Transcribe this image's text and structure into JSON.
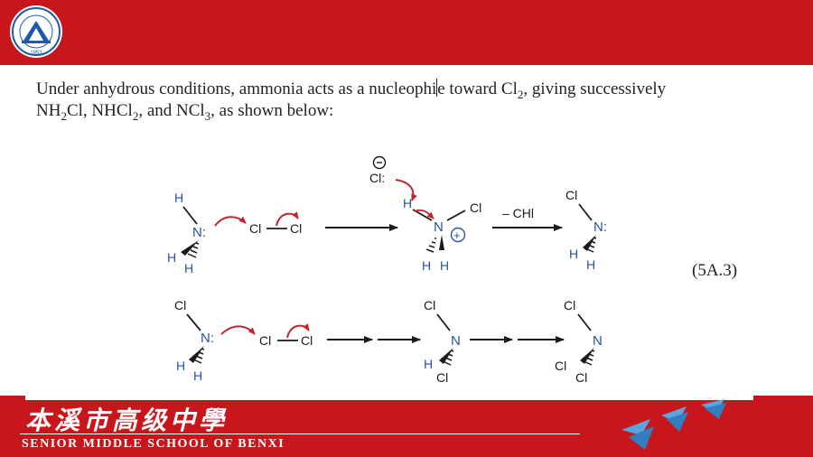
{
  "header": {
    "logo_icon": "school-seal-icon",
    "logo_year": "1953"
  },
  "text": {
    "p1": "Under anhydrous conditions, ammonia acts as a nucleophi",
    "p2": "e toward Cl",
    "p2_sub": "2",
    "p3": ", giving successively",
    "l2a": "NH",
    "l2a_sub": "2",
    "l2b": "Cl, NHCl",
    "l2b_sub": "2",
    "l2c": ", and NCl",
    "l2c_sub": "3",
    "l2d": ", as shown below:"
  },
  "scheme": {
    "labels": {
      "H": "H",
      "Cl": "Cl",
      "N_lone": "N:",
      "N": "N",
      "Cl_lone": "Cl:",
      "minus_chl": "– CHl",
      "plus": "+",
      "minus": "−"
    },
    "colors": {
      "atom_blue": "#2255a4",
      "arrow_red": "#c0272d",
      "bond": "#1a1a1a"
    }
  },
  "equation_number": "(5A.3)",
  "footer": {
    "school_name_cn": "本溪市高级中學",
    "school_name_en": "SENIOR MIDDLE SCHOOL OF BENXI",
    "decoration_icon": "paper-cranes-icon"
  }
}
